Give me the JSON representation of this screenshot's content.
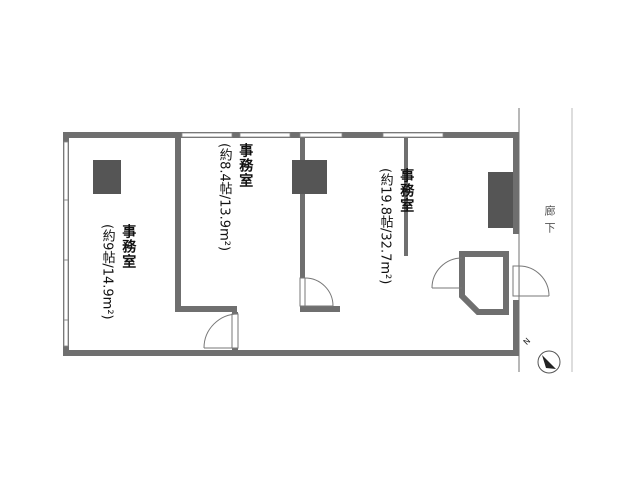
{
  "rooms": [
    {
      "name": "事務室",
      "size": "(約9帖/14.9m²)"
    },
    {
      "name": "事務室",
      "size": "(約8.4帖/13.9m²)"
    },
    {
      "name": "事務室",
      "size": "(約19.8帖/32.7m²)"
    }
  ],
  "corridor": {
    "label": "廊下"
  },
  "compass": {
    "label": "N"
  },
  "colors": {
    "wall": "#6f6f6f",
    "pillar": "#555555",
    "window": "#ffffff",
    "line": "#888888"
  }
}
